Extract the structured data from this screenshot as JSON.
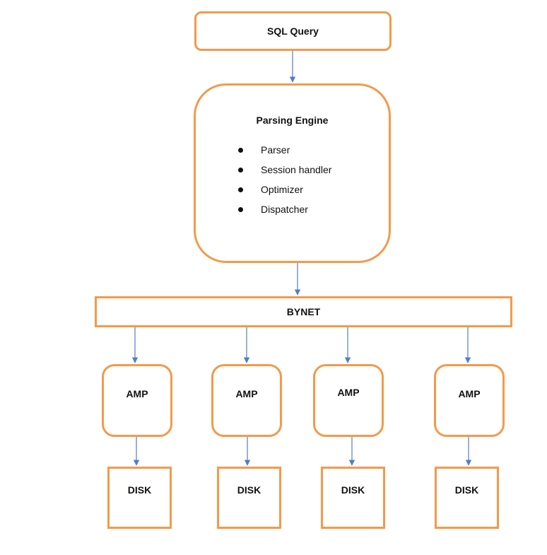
{
  "sql_query": {
    "label": "SQL Query"
  },
  "parsing_engine": {
    "title": "Parsing Engine",
    "items": [
      "Parser",
      "Session handler",
      "Optimizer",
      "Dispatcher"
    ]
  },
  "bynet": {
    "label": "BYNET"
  },
  "amps": [
    {
      "label": "AMP",
      "disk": "DISK"
    },
    {
      "label": "AMP",
      "disk": "DISK"
    },
    {
      "label": "AMP",
      "disk": "DISK"
    },
    {
      "label": "AMP",
      "disk": "DISK"
    }
  ],
  "colors": {
    "box_border": "#f39a4a",
    "arrow": "#4f7ec9",
    "text": "#111111"
  }
}
